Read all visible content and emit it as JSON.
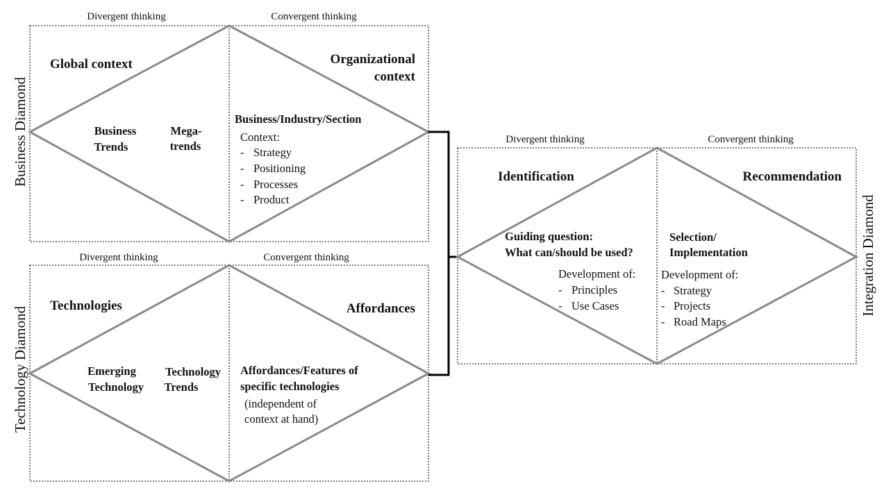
{
  "business_diamond": {
    "side_label": "Business Diamond",
    "divergent_label": "Divergent thinking",
    "convergent_label": "Convergent thinking",
    "left_heading": "Global context",
    "right_heading_line1": "Organizational",
    "right_heading_line2": "context",
    "left_item1_line1": "Business",
    "left_item1_line2": "Trends",
    "left_item2_line1": "Mega-",
    "left_item2_line2": "trends",
    "right_subheading": "Business/Industry/Section",
    "right_context_label": "Context:",
    "right_items": [
      "Strategy",
      "Positioning",
      "Processes",
      "Product"
    ]
  },
  "technology_diamond": {
    "side_label": "Technology Diamond",
    "divergent_label": "Divergent thinking",
    "convergent_label": "Convergent thinking",
    "left_heading": "Technologies",
    "right_heading": "Affordances",
    "left_item1_line1": "Emerging",
    "left_item1_line2": "Technology",
    "left_item2_line1": "Technology",
    "left_item2_line2": "Trends",
    "right_subheading_line1": "Affordances/Features of",
    "right_subheading_line2": "specific technologies",
    "right_note_line1": "(independent of",
    "right_note_line2": "context at hand)"
  },
  "integration_diamond": {
    "side_label": "Integration Diamond",
    "divergent_label": "Divergent thinking",
    "convergent_label": "Convergent thinking",
    "left_heading": "Identification",
    "right_heading": "Recommendation",
    "left_subheading_line1": "Guiding question:",
    "left_subheading_line2": "What can/should be used?",
    "left_dev_label": "Development of:",
    "left_items": [
      "Principles",
      "Use Cases"
    ],
    "right_subheading_line1": "Selection/",
    "right_subheading_line2": "Implementation",
    "right_dev_label": "Development of:",
    "right_items": [
      "Strategy",
      "Projects",
      "Road Maps"
    ]
  },
  "list_bullet": "-"
}
